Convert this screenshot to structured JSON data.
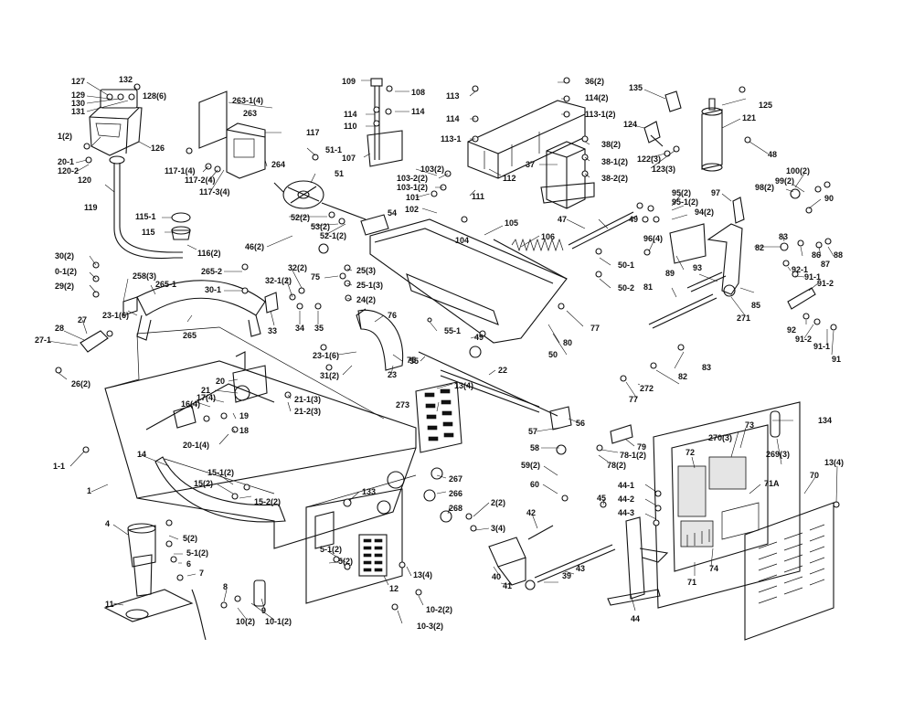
{
  "labels": [
    "127",
    "129",
    "130",
    "131",
    "132",
    "128(6)",
    "1(2)",
    "20-1",
    "120-2",
    "120",
    "126",
    "119",
    "263-1(4)",
    "263",
    "117",
    "264",
    "117-1(4)",
    "117-2(4)",
    "117-3(4)",
    "115-1",
    "115",
    "116(2)",
    "109",
    "108",
    "114",
    "114",
    "110",
    "107",
    "51-1",
    "51",
    "52(2)",
    "53(2)",
    "52-1(2)",
    "54",
    "113",
    "114",
    "113-1",
    "112",
    "111",
    "103(2)",
    "103-2(2)",
    "103-1(2)",
    "101",
    "102",
    "104",
    "105",
    "106",
    "36(2)",
    "114(2)",
    "113-1(2)",
    "38(2)",
    "38-1(2)",
    "38-2(2)",
    "37",
    "47",
    "49",
    "135",
    "125",
    "121",
    "124",
    "122(3)",
    "123(3)",
    "48",
    "100(2)",
    "99(2)",
    "98(2)",
    "90",
    "95(2)",
    "95-1(2)",
    "94(2)",
    "97",
    "96(4)",
    "93",
    "89",
    "81",
    "85",
    "271",
    "82",
    "83",
    "86",
    "87",
    "88",
    "92-1",
    "91-1",
    "91-2",
    "92",
    "91-2",
    "91-1",
    "91",
    "30(2)",
    "0-1(2)",
    "29(2)",
    "258(3)",
    "265-1",
    "265-2",
    "265",
    "30-1",
    "33",
    "34",
    "35",
    "32(2)",
    "32-1(2)",
    "46(2)",
    "75",
    "25(3)",
    "25-1(3)",
    "24(2)",
    "76",
    "23-1(6)",
    "75",
    "31(2)",
    "23",
    "27",
    "28",
    "27-1",
    "26(2)",
    "23-1(6)",
    "50-1",
    "50-2",
    "77",
    "80",
    "50",
    "49",
    "55-1",
    "55",
    "22",
    "13(4)",
    "273",
    "56",
    "79",
    "78-1(2)",
    "78(2)",
    "82",
    "83",
    "77",
    "272",
    "20",
    "21",
    "17(4)",
    "16(4)",
    "19",
    "18",
    "20-1(4)",
    "21-1(3)",
    "21-2(3)",
    "1-1",
    "1",
    "14",
    "15-1(2)",
    "15(2)",
    "15-2(2)",
    "133",
    "267",
    "266",
    "268",
    "2(2)",
    "3(4)",
    "57",
    "58",
    "59(2)",
    "60",
    "42",
    "40",
    "41",
    "43",
    "39",
    "44",
    "45",
    "4",
    "5(2)",
    "5-1(2)",
    "6",
    "7",
    "8",
    "9",
    "11",
    "10(2)",
    "10-1(2)",
    "10-2(2)",
    "10-3(2)",
    "5-1(2)",
    "5(2)",
    "12",
    "13(4)",
    "134",
    "270(3)",
    "73",
    "72",
    "71A",
    "269(3)",
    "71",
    "74",
    "44-1",
    "44-2",
    "44-3",
    "13(4)",
    "70"
  ]
}
